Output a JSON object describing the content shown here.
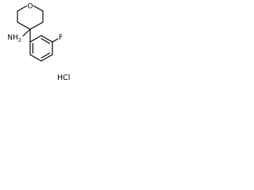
{
  "molecule": {
    "atoms": {
      "oxygen": "O",
      "amine": "NH",
      "amine_subscript": "2",
      "fluorine": "F"
    },
    "salt": "HCl"
  }
}
